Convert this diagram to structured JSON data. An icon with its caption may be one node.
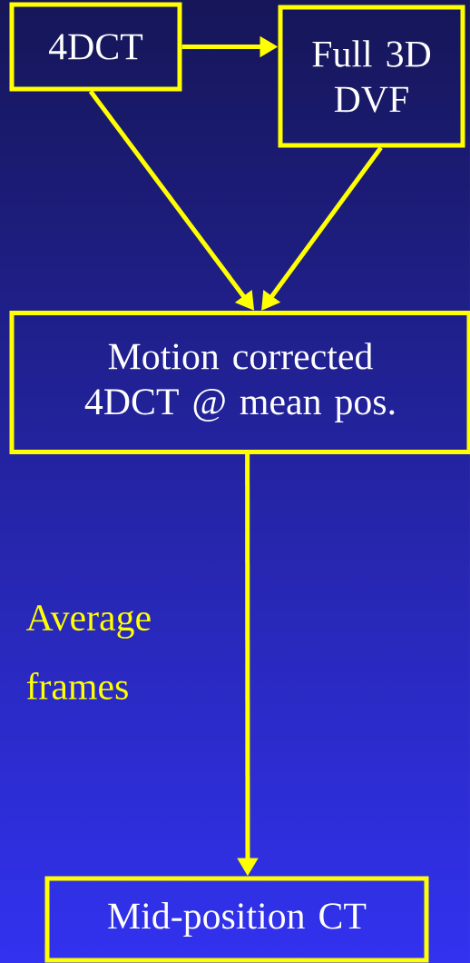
{
  "diagram": {
    "nodes": [
      {
        "text": [
          "4DCT"
        ]
      },
      {
        "text": [
          "Full 3D DVF"
        ]
      },
      {
        "text": [
          "Motion corrected 4DCT @ mean pos."
        ]
      },
      {
        "text": [
          "Mid-position CT"
        ]
      }
    ],
    "edges": [
      {
        "from": 0,
        "to": 1,
        "arrow": "to"
      },
      {
        "from": 0,
        "to": 2,
        "arrow": "to"
      },
      {
        "from": 1,
        "to": 2,
        "arrow": "to"
      },
      {
        "from": 2,
        "to": 3,
        "arrow": "to",
        "label": "Average frames"
      }
    ]
  }
}
